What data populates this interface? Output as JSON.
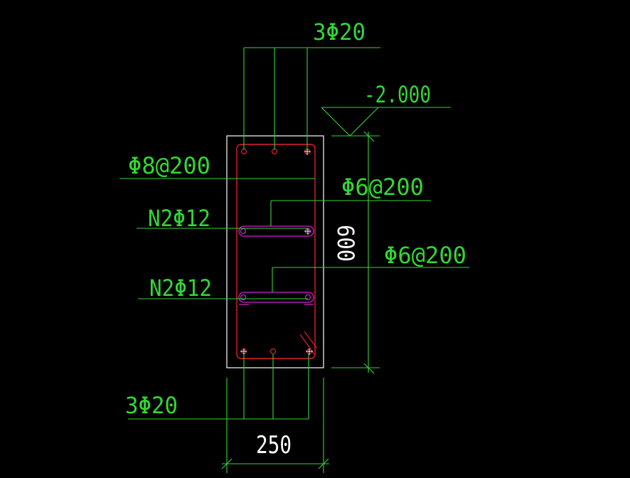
{
  "colors": {
    "background": "#000000",
    "leader": "#33d633",
    "section_outline": "#ffffff",
    "stirrup": "#e0202a",
    "tie": "#d020d0",
    "dimension_text": "#ffffff"
  },
  "annotations": {
    "top_bars": "3Φ20",
    "elevation": "-2.000",
    "stirrup_main": "Φ8@200",
    "tie_upper": "Φ6@200",
    "waist_upper": "N2Φ12",
    "tie_lower": "Φ6@200",
    "waist_lower": "N2Φ12",
    "bottom_bars": "3Φ20"
  },
  "dimensions": {
    "height": "600",
    "width": "250"
  }
}
